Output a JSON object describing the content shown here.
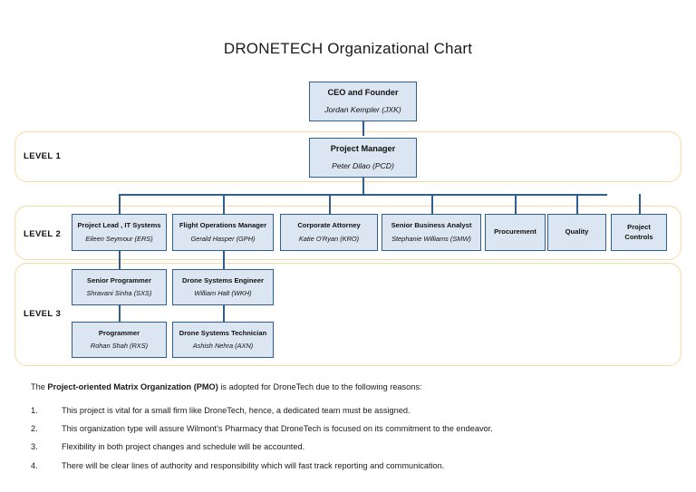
{
  "title": "DRONETECH Organizational  Chart",
  "colors": {
    "node_fill": "#dce6f2",
    "node_border": "#2f5f8f",
    "band_border": "#f5d9a0",
    "text": "#111111"
  },
  "levels": [
    {
      "id": "level1",
      "label": "LEVEL 1"
    },
    {
      "id": "level2",
      "label": "LEVEL 2"
    },
    {
      "id": "level3",
      "label": "LEVEL 3"
    }
  ],
  "nodes": {
    "ceo": {
      "role": "CEO and Founder",
      "person": "Jordan Kempler (JXK)"
    },
    "pm": {
      "role": "Project Manager",
      "person": "Peter Dilao (PCD)"
    },
    "l2_1": {
      "role": "Project Lead , IT Systems",
      "person": "Eileen Seymour (ERS)"
    },
    "l2_2": {
      "role": "Flight Operations Manager",
      "person": "Gerald Hasper (GPH)"
    },
    "l2_3": {
      "role": "Corporate Attorney",
      "person": "Katie O'Ryan (KRO)"
    },
    "l2_4": {
      "role": "Senior Business Analyst",
      "person": "Stephanie Williams (SMW)"
    },
    "l2_5": {
      "role": "Procurement",
      "person": ""
    },
    "l2_6": {
      "role": "Quality",
      "person": ""
    },
    "l2_7": {
      "role": "Project Controls",
      "person": ""
    },
    "l3_1": {
      "role": "Senior Programmer",
      "person": "Shravani Sinha (SXS)"
    },
    "l3_2": {
      "role": "Drone Systems Engineer",
      "person": "William Halt (WKH)"
    },
    "l3_3": {
      "role": "Programmer",
      "person": "Rohan Shah (RXS)"
    },
    "l3_4": {
      "role": "Drone Systems Technician",
      "person": "Ashish Nehra (AXN)"
    }
  },
  "notes": {
    "intro_before": "The ",
    "intro_bold": "Project-oriented Matrix Organization (PMO)",
    "intro_after": " is adopted for DroneTech due to the following reasons:",
    "items": [
      {
        "num": "1.",
        "text": "This project is vital for a small firm like DroneTech, hence, a dedicated team must be assigned."
      },
      {
        "num": "2.",
        "text": "This organization type will assure Wilmont’s Pharmacy that DroneTech  is focused on its commitment to the endeavor."
      },
      {
        "num": "3.",
        "text": "Flexibility in both project changes and schedule will be accounted."
      },
      {
        "num": "4.",
        "text": "There will be clear lines of  authority and responsibility which will fast track reporting and communication."
      }
    ]
  }
}
